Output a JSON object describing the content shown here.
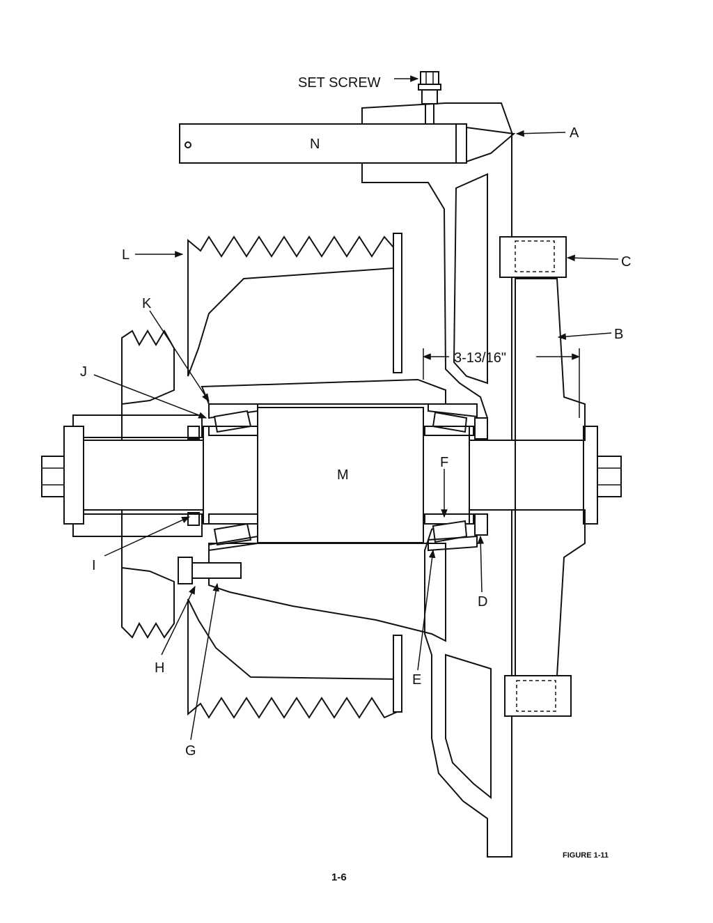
{
  "diagram": {
    "labels": {
      "set_screw": "SET SCREW",
      "A": "A",
      "B": "B",
      "C": "C",
      "D": "D",
      "E": "E",
      "F": "F",
      "G": "G",
      "H": "H",
      "I": "I",
      "J": "J",
      "K": "K",
      "L": "L",
      "M": "M",
      "N": "N"
    },
    "dimension": "3-13/16\"",
    "figure_caption": "FIGURE 1-11",
    "page_number": "1-6"
  }
}
